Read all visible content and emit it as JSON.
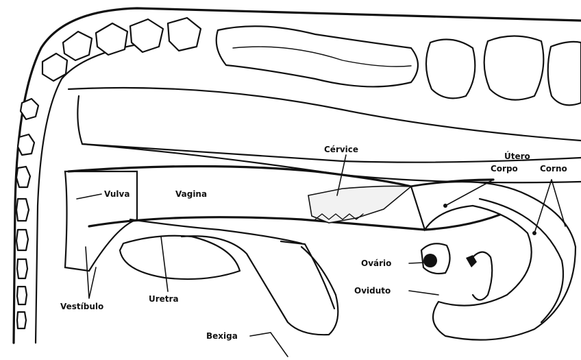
{
  "labels": {
    "cervice": "Cérvice",
    "utero": "Útero",
    "corpo": "Corpo",
    "corno": "Corno",
    "vulva": "Vulva",
    "vagina": "Vagina",
    "ovario": "Ovário",
    "oviduto": "Oviduto",
    "vestibulo": "Vestíbulo",
    "uretra": "Uretra",
    "bexiga": "Bexiga"
  }
}
